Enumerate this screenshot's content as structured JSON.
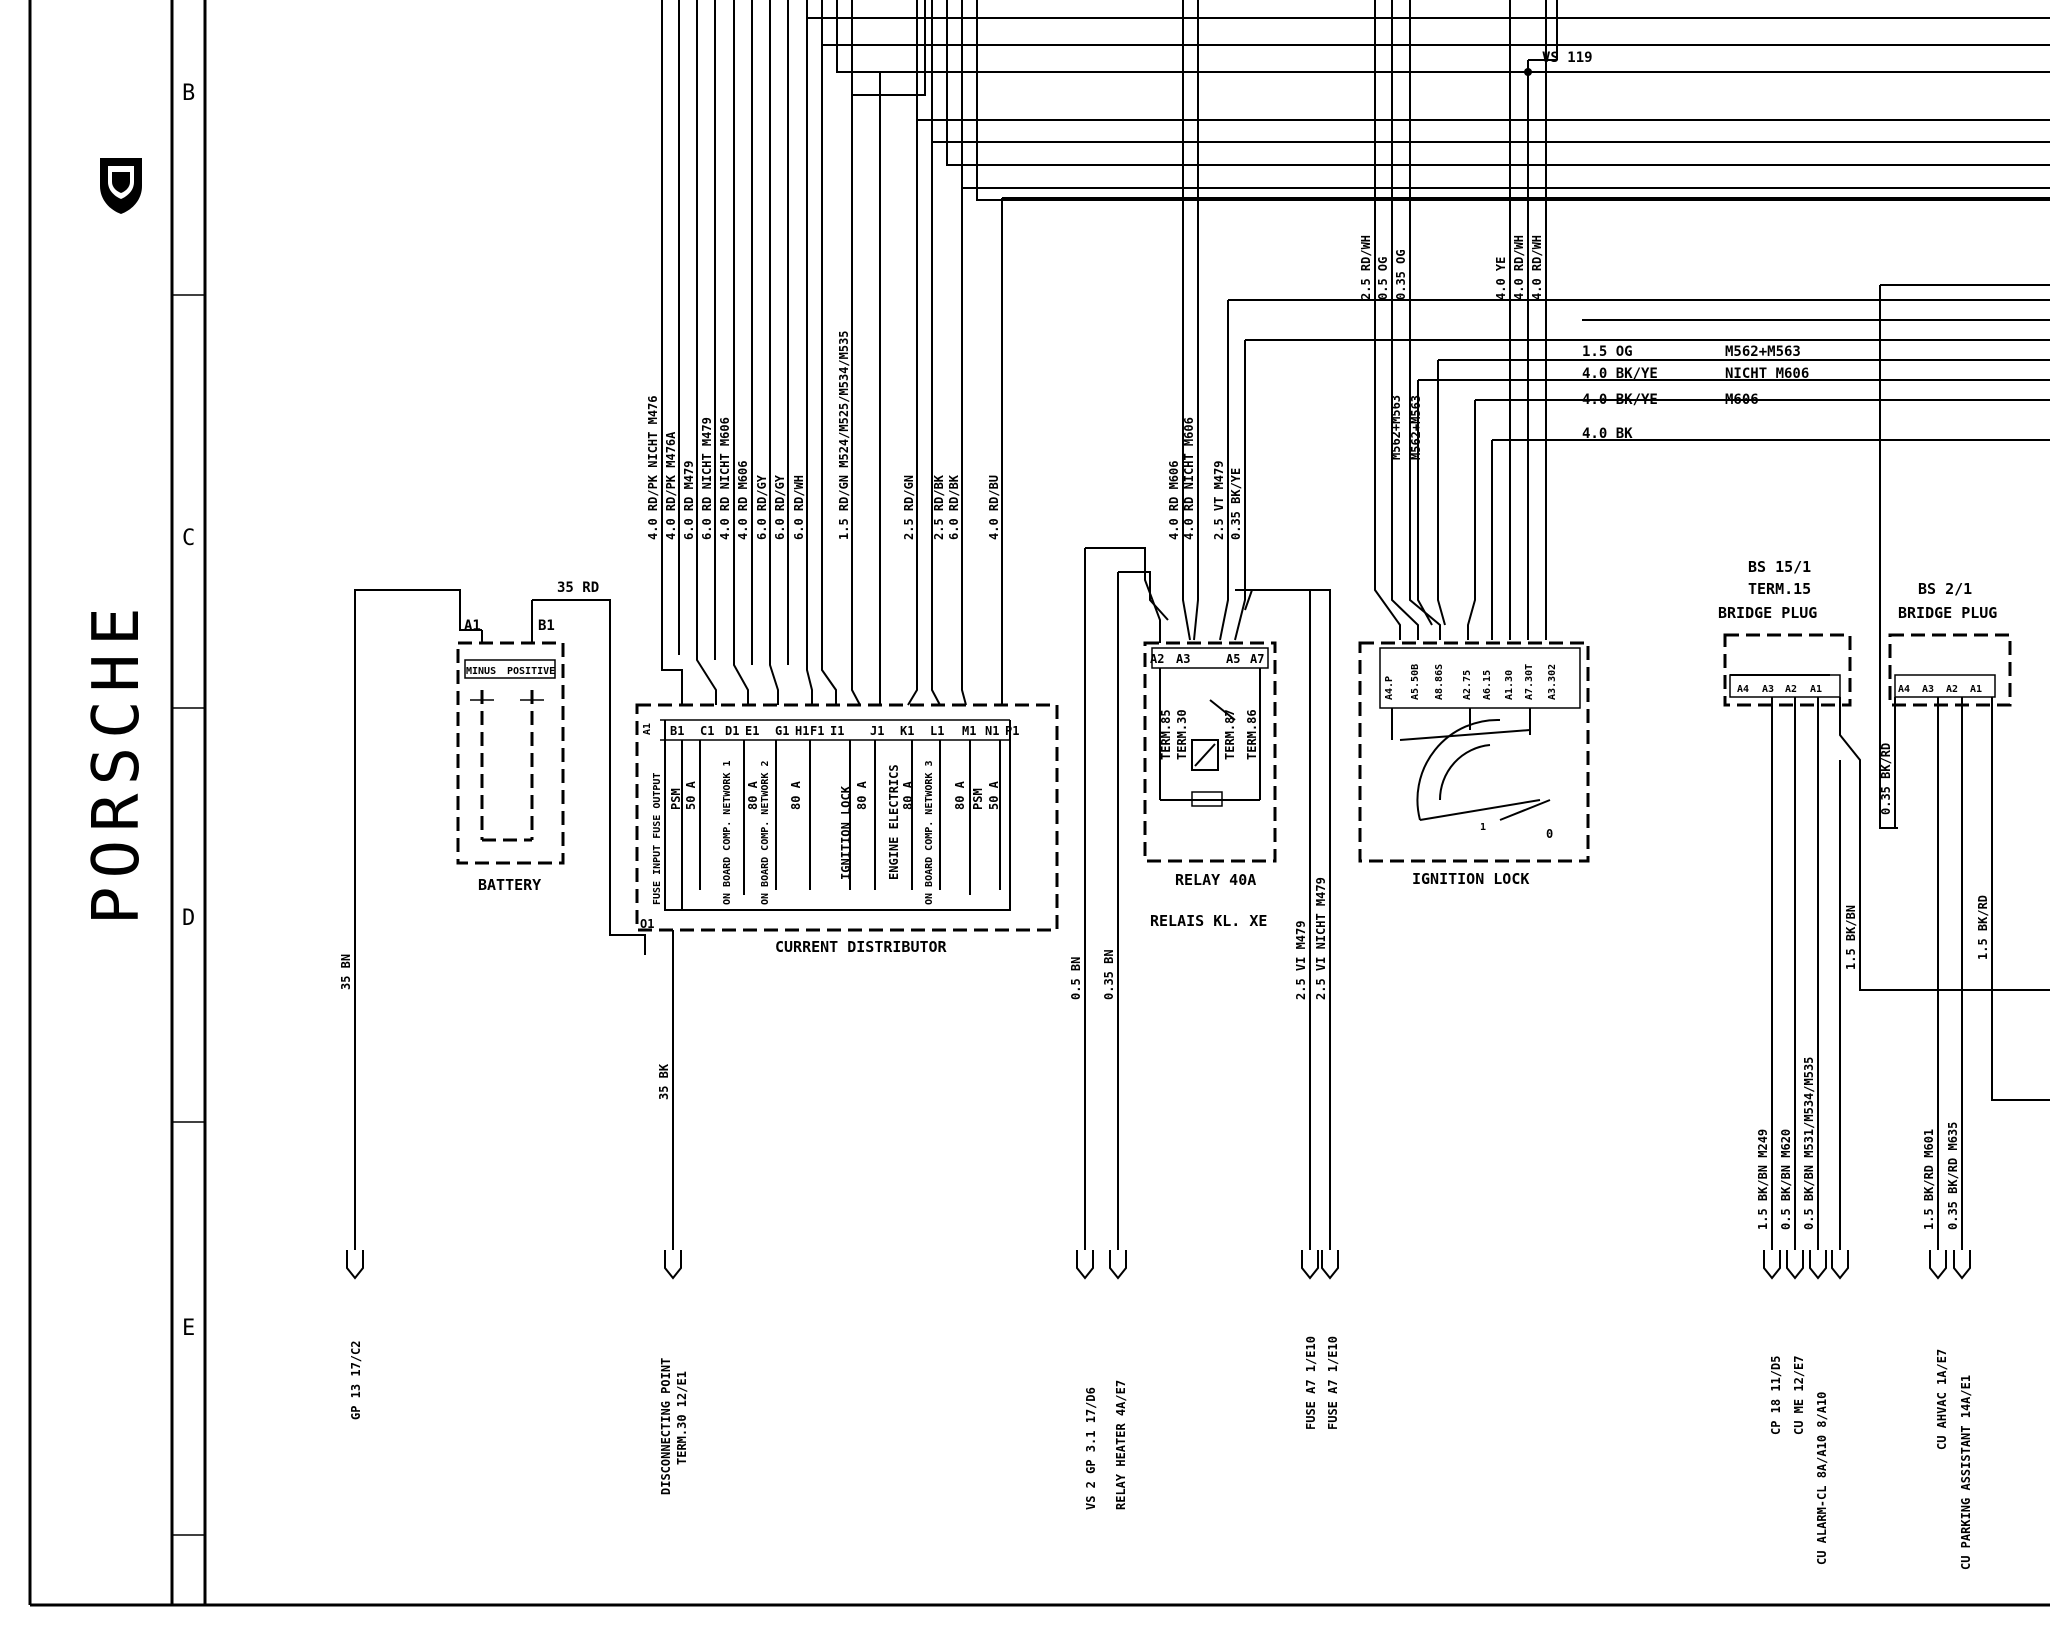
{
  "brand": {
    "name": "PORSCHE"
  },
  "zones": [
    "B",
    "C",
    "D",
    "E"
  ],
  "top_label": "VS 119",
  "distributor_wires": [
    "4.0 RD/PK  NICHT M476",
    "4.0 RD/PK  M476A",
    "6.0 RD  M479",
    "6.0 RD  NICHT M479",
    "4.0 RD  NICHT M606",
    "4.0 RD  M606",
    "6.0 RD/GY",
    "6.0 RD/GY",
    "6.0 RD/WH",
    "1.5 RD/GN  M524/M525/M534/M535",
    "2.5 RD/GN",
    "2.5 RD/BK",
    "6.0 RD/BK",
    "4.0 RD/BU"
  ],
  "relay_wires": [
    "4.0 RD  M606",
    "4.0 RD  NICHT M606",
    "2.5 VT  M479",
    "0.35 BK/YE"
  ],
  "lock_wires": [
    "2.5 RD/WH",
    "0.5 OG",
    "0.35 OG",
    "M562+M563",
    "M562+M563",
    "4.0 YE",
    "4.0 RD/WH",
    "4.0 RD/WH"
  ],
  "horizontal_labels": [
    {
      "wire": "1.5 OG",
      "option": "M562+M563"
    },
    {
      "wire": "4.0 BK/YE",
      "option": "NICHT M606"
    },
    {
      "wire": "4.0 BK/YE",
      "option": "M606"
    },
    {
      "wire": "4.0 BK",
      "option": ""
    }
  ],
  "battery": {
    "name": "BATTERY",
    "pin_a": "A1",
    "pin_b": "B1",
    "minus": "MINUS",
    "plus": "POSITIVE",
    "feed": "35 RD"
  },
  "distributor": {
    "name": "CURRENT DISTRIBUTOR",
    "pins": [
      "A1",
      "B1",
      "C1",
      "D1",
      "E1",
      "F1",
      "G1",
      "H1",
      "I1",
      "J1",
      "K1",
      "L1",
      "M1",
      "N1",
      "P1",
      "O1"
    ],
    "fuses": [
      "FUSE INPUT FUSE OUTPUT",
      "PSM",
      "50 A",
      "ON BOARD COMP. NETWORK 1",
      "80 A",
      "ON BOARD COMP. NETWORK 2",
      "80 A",
      "IGNITION LOCK",
      "80 A",
      "ENGINE ELECTRICS",
      "80 A",
      "ON BOARD COMP. NETWORK 3",
      "80 A",
      "PSM",
      "50 A"
    ]
  },
  "relay": {
    "name": "RELAY 40A",
    "subname": "RELAIS KL. XE",
    "pins": [
      "A2",
      "A3",
      "A5",
      "A7"
    ],
    "terms": [
      "TERM.85",
      "TERM.30",
      "TERM.87",
      "TERM.86"
    ]
  },
  "ignition_lock": {
    "name": "IGNITION LOCK",
    "pins": [
      "A4.P",
      "A5.50B",
      "A8.86S",
      "A2.75",
      "A6.15",
      "A1.30",
      "A7.30T",
      "A3.302"
    ],
    "mark_1": "1",
    "mark_0": "0"
  },
  "bridge1": {
    "name": "BS 15/1",
    "term": "TERM.15",
    "desc": "BRIDGE PLUG",
    "pins": [
      "A4",
      "A3",
      "A2",
      "A1"
    ]
  },
  "bridge2": {
    "name": "BS 2/1",
    "desc": "BRIDGE PLUG",
    "pins": [
      "A4",
      "A3",
      "A2",
      "A1"
    ]
  },
  "wire_labels": {
    "gp13": "35 BN",
    "disc": "35 BK",
    "vs2a": "0.5 BN",
    "vs2b": "0.35 BN",
    "fuse1": "2.5 VI   M479",
    "fuse2": "2.5 VI   NICHT M479",
    "b1w": "1.5 BK/BN",
    "b1a": "1.5 BK/BN  M249",
    "b1b": "0.5 BK/BN  M620",
    "b1c": "0.5 BK/BN  M531/M534/M535",
    "b2w1": "0.35 BK/RD",
    "b2w2": "1.5 BK/RD",
    "b2a": "1.5 BK/RD  M601",
    "b2b": "0.35 BK/RD M635"
  },
  "connectors": [
    [
      "GP 13  17/C2"
    ],
    [
      "DISCONNECTING POINT",
      "TERM.30 12/E1"
    ],
    [
      "VS 2 GP 3.1  17/D6",
      "RELAY HEATER  4A/E7"
    ],
    [
      "FUSE A7  1/E10",
      "FUSE A7  1/E10"
    ],
    [
      "CP 18  11/D5",
      "CU ME  12/E7",
      "CU ALARM-CL  8A/A10  8/A10"
    ],
    [
      "CU AHVAC  1A/E7",
      "CU PARKING ASSISTANT 14A/E1"
    ]
  ]
}
